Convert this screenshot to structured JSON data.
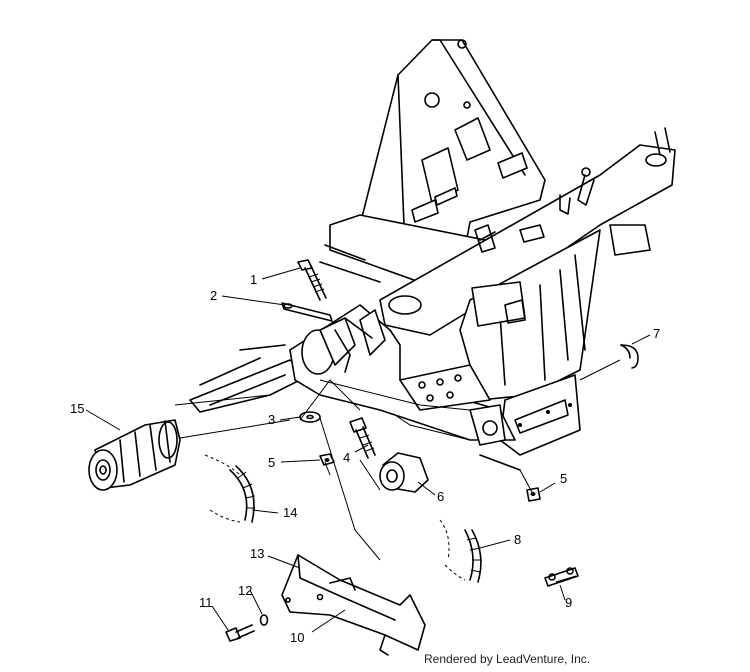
{
  "callouts": [
    {
      "id": "1",
      "label": "1"
    },
    {
      "id": "2",
      "label": "2"
    },
    {
      "id": "3",
      "label": "3"
    },
    {
      "id": "4",
      "label": "4"
    },
    {
      "id": "5a",
      "label": "5"
    },
    {
      "id": "5b",
      "label": "5"
    },
    {
      "id": "6",
      "label": "6"
    },
    {
      "id": "7",
      "label": "7"
    },
    {
      "id": "8",
      "label": "8"
    },
    {
      "id": "9",
      "label": "9"
    },
    {
      "id": "10",
      "label": "10"
    },
    {
      "id": "11",
      "label": "11"
    },
    {
      "id": "12",
      "label": "12"
    },
    {
      "id": "13",
      "label": "13"
    },
    {
      "id": "14",
      "label": "14"
    },
    {
      "id": "15",
      "label": "15"
    }
  ],
  "credit": "Rendered by LeadVenture, Inc."
}
